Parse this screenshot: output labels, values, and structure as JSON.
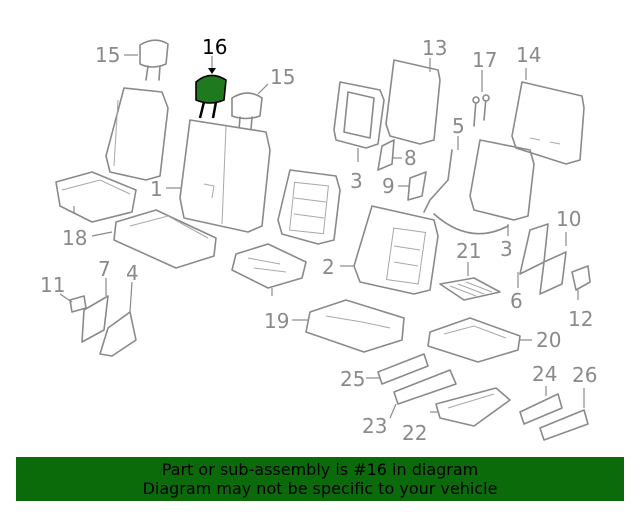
{
  "callouts": {
    "c1": "1",
    "c2": "2",
    "c3a": "3",
    "c3b": "3",
    "c4": "4",
    "c5": "5",
    "c6": "6",
    "c7": "7",
    "c8": "8",
    "c9": "9",
    "c10": "10",
    "c11": "11",
    "c12": "12",
    "c13": "13",
    "c14": "14",
    "c15a": "15",
    "c15b": "15",
    "c16": "16",
    "c17": "17",
    "c18": "18",
    "c19": "19",
    "c20": "20",
    "c21": "21",
    "c22": "22",
    "c23": "23",
    "c24": "24",
    "c25": "25",
    "c26": "26"
  },
  "highlight": {
    "part": "16",
    "color": "#1f7a1f"
  },
  "banner": {
    "line1": "Part or sub-assembly is #16 in diagram",
    "line2": "Diagram may not be specific to your vehicle",
    "background": "#0b6b0b"
  }
}
